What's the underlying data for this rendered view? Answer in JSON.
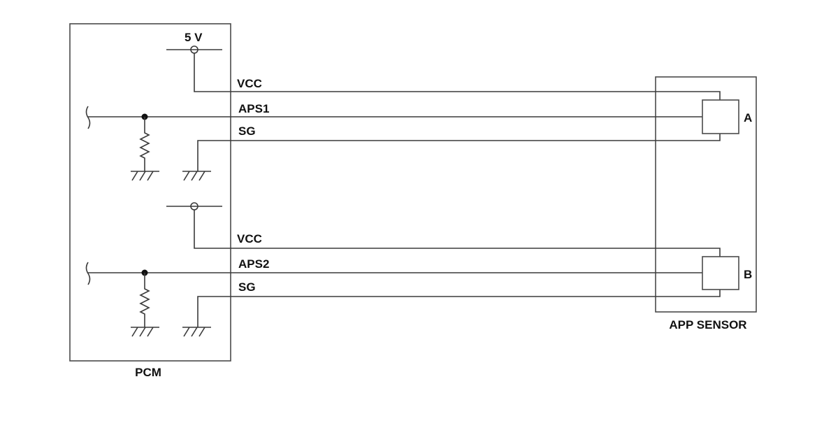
{
  "pcm": {
    "label": "PCM",
    "supply_label": "5 V"
  },
  "sensor": {
    "label": "APP SENSOR",
    "element_a": "A",
    "element_b": "B"
  },
  "circuit1": {
    "vcc": "VCC",
    "signal": "APS1",
    "ground": "SG"
  },
  "circuit2": {
    "vcc": "VCC",
    "signal": "APS2",
    "ground": "SG"
  },
  "colors": {
    "line": "#3a3a3a",
    "text": "#111111",
    "background": "#ffffff"
  }
}
